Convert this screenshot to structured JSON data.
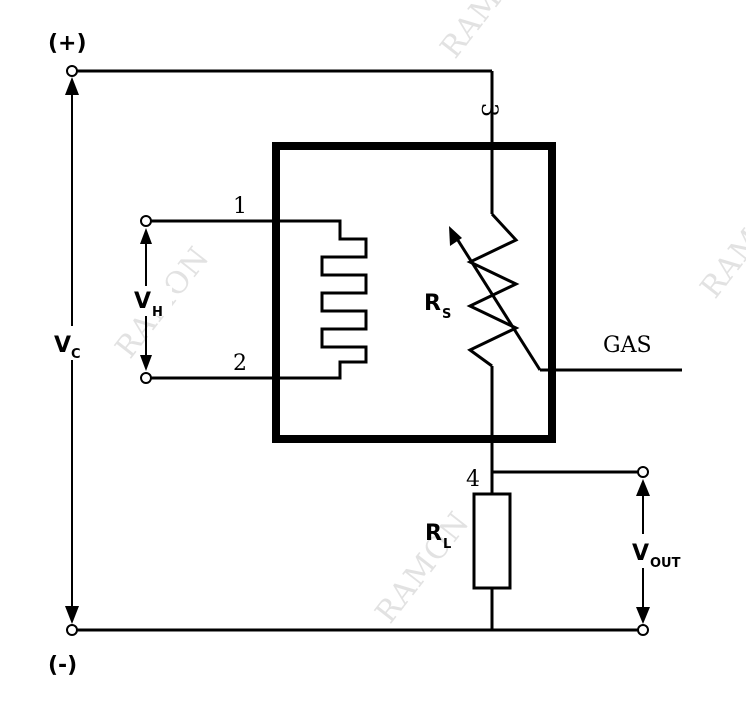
{
  "watermark": "RAMON",
  "supply": {
    "plus": "(+)",
    "minus": "(-)"
  },
  "labels": {
    "vc_main": "V",
    "vc_sub": "C",
    "vh_main": "V",
    "vh_sub": "H",
    "rs_main": "R",
    "rs_sub": "S",
    "rl_main": "R",
    "rl_sub": "L",
    "vout_main": "V",
    "vout_sub": "OUT",
    "gas": "GAS"
  },
  "pins": {
    "p1": "1",
    "p2": "2",
    "p3": "3",
    "p4": "4"
  }
}
